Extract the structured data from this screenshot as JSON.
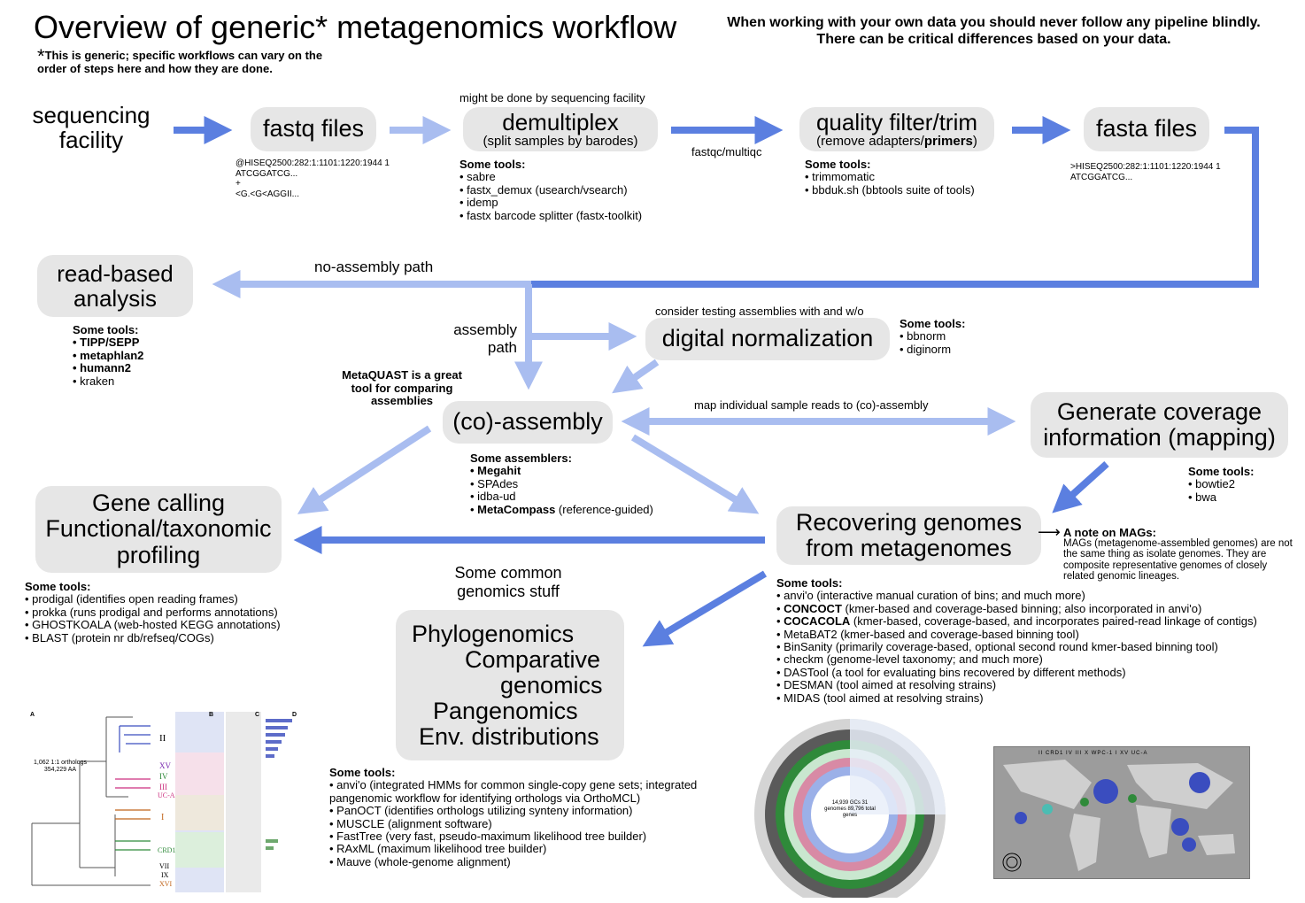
{
  "title": "Overview of generic* metagenomics workflow",
  "footnote": {
    "star": "*",
    "text": "This is generic; specific workflows can vary on the order of steps here and how they are done."
  },
  "warning": "When working with your own data you should never follow any pipeline blindly. There can be critical differences based on your data.",
  "colors": {
    "arrow_dark": "#5b7fe0",
    "arrow_light": "#a9bdf0",
    "box_bg": "#e6e6e6"
  },
  "nodes": {
    "sequencing": "sequencing facility",
    "fastq": "fastq files",
    "demux": {
      "title": "demultiplex",
      "sub": "(split samples by barodes)"
    },
    "quality": {
      "title": "quality filter/trim",
      "sub_a": "(remove adapters/",
      "sub_b": "primers",
      "sub_c": ")"
    },
    "fasta": "fasta files",
    "readbased": "read-based analysis",
    "normalization": "digital normalization",
    "coassembly": "(co)-assembly",
    "coverage": "Generate coverage information (mapping)",
    "genecalling": {
      "l1": "Gene calling",
      "l2": "Functional/taxonomic",
      "l3": "profiling"
    },
    "recovering": {
      "l1": "Recovering genomes",
      "l2": "from metagenomes"
    },
    "genomics": {
      "l1": "Phylogenomics",
      "l2": "Comparative",
      "l3": "genomics",
      "l4": "Pangenomics",
      "l5": "Env. distributions"
    }
  },
  "labels": {
    "demux_note": "might be done by sequencing facility",
    "fastqc": "fastqc/multiqc",
    "no_assembly": "no-assembly path",
    "assembly_path": "assembly path",
    "consider": "consider testing assemblies with and w/o",
    "metaquast": "MetaQUAST is a great tool for comparing assemblies",
    "map_reads": "map individual sample reads to (co)-assembly",
    "common": "Some common genomics stuff",
    "mag_arrow": "⟶",
    "mag_title": "A note on MAGs:",
    "mag_text": "MAGs (metagenome-assembled genomes) are not the same thing as isolate genomes. They are composite representative genomes of closely related genomic lineages."
  },
  "fastq_example": [
    "@HISEQ2500:282:1:1101:1220:1944 1",
    "ATCGGATCG...",
    "+",
    "<G.<G<AGGII..."
  ],
  "fasta_example": [
    ">HISEQ2500:282:1:1101:1220:1944 1",
    "ATCGGATCG..."
  ],
  "tools": {
    "demux": {
      "heading": "Some tools:",
      "items": [
        "sabre",
        "fastx_demux (usearch/vsearch)",
        "idemp",
        "fastx barcode splitter (fastx-toolkit)"
      ]
    },
    "quality": {
      "heading": "Some tools:",
      "items": [
        "trimmomatic",
        "bbduk.sh (bbtools suite of tools)"
      ]
    },
    "readbased": {
      "heading": "Some tools:",
      "items": [
        "TIPP/SEPP",
        "metaphlan2",
        "humann2",
        "kraken"
      ]
    },
    "normalization": {
      "heading": "Some tools:",
      "items": [
        "bbnorm",
        "diginorm"
      ]
    },
    "assembly": {
      "heading": "Some assemblers:",
      "items": [
        "Megahit",
        "SPAdes",
        "idba-ud",
        "MetaCompass"
      ],
      "metacompass_note": " (reference-guided)"
    },
    "coverage": {
      "heading": "Some tools:",
      "items": [
        "bowtie2",
        "bwa"
      ]
    },
    "genecalling": {
      "heading": "Some tools:",
      "items": [
        "prodigal (identifies open reading frames)",
        "prokka (runs prodigal and performs annotations)",
        "GHOSTKOALA (web-hosted KEGG annotations)",
        "BLAST (protein nr db/refseq/COGs)"
      ]
    },
    "recovering": {
      "heading": "Some tools:",
      "items": [
        {
          "b": "",
          "t": "anvi'o (interactive manual curation of bins; and much more)"
        },
        {
          "b": "CONCOCT",
          "t": " (kmer-based and coverage-based binning; also incorporated in anvi'o)"
        },
        {
          "b": "COCACOLA",
          "t": " (kmer-based, coverage-based, and incorporates paired-read linkage of contigs)"
        },
        {
          "b": "",
          "t": "MetaBAT2 (kmer-based and coverage-based binning tool)"
        },
        {
          "b": "",
          "t": "BinSanity (primarily coverage-based, optional second round kmer-based binning tool)"
        },
        {
          "b": "",
          "t": "checkm (genome-level taxonomy; and much more)"
        },
        {
          "b": "",
          "t": "DASTool (a tool for evaluating bins recovered by different methods)"
        },
        {
          "b": "",
          "t": "DESMAN (tool aimed at resolving strains)"
        },
        {
          "b": "",
          "t": "MIDAS (tool aimed at resolving strains)"
        }
      ]
    },
    "genomics": {
      "heading": "Some tools:",
      "items": [
        "anvi'o (integrated HMMs for common single-copy gene sets; integrated pangenomic workflow for identifying orthologs via OrthoMCL)",
        "PanOCT (identifies orthologs utilizing synteny information)",
        "MUSCLE (alignment software)",
        "FastTree (very fast, pseudo-maximum likelihood tree builder)",
        "RAxML (maximum likelihood tree builder)",
        "Mauve (whole-genome alignment)"
      ]
    }
  },
  "figures": {
    "tree_note": "1,062 1:1 orthologs 354,229 AA",
    "tree_clades": [
      "II",
      "XV",
      "IV",
      "III",
      "UC-A",
      "I",
      "CRD1",
      "VII",
      "IX",
      "XVI"
    ],
    "tree_panel_labels": [
      "A",
      "B",
      "C",
      "D"
    ],
    "pan_note": "14,939 GCs 31 genomes 89,796 total genes",
    "map_legend": [
      "II",
      "CRD1",
      "IV",
      "III",
      "X",
      "WPC-1",
      "I",
      "XV",
      "UC-A"
    ]
  }
}
